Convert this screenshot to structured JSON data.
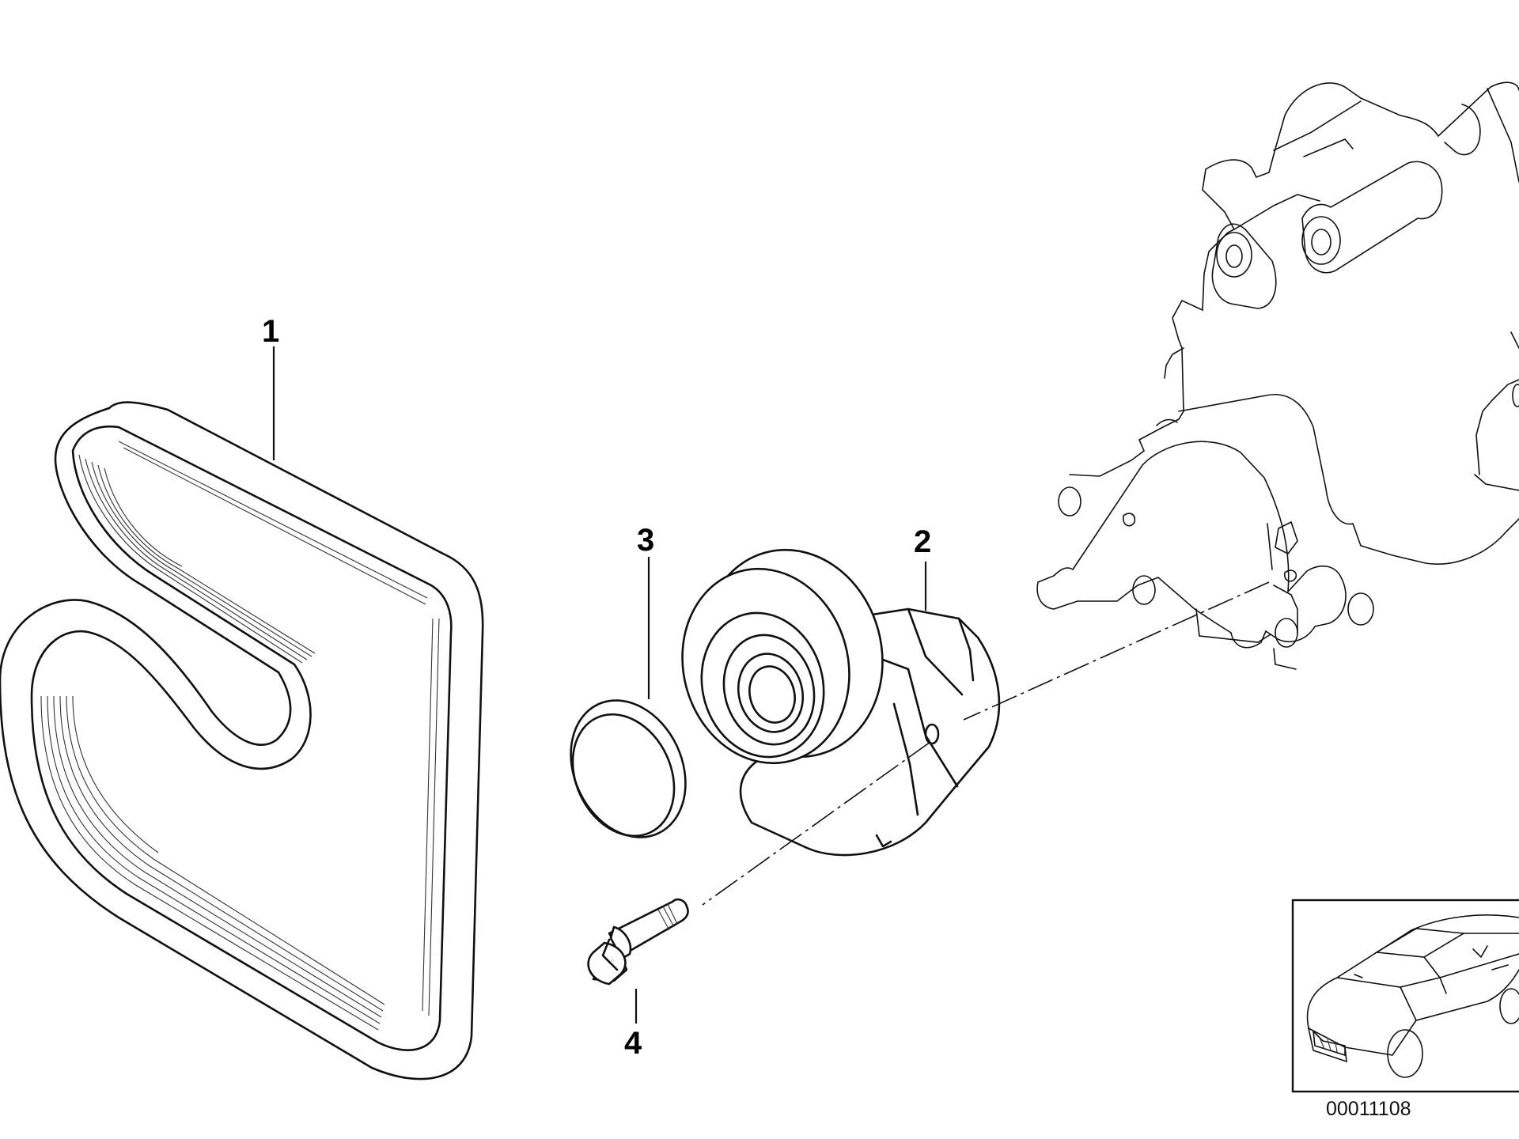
{
  "diagram": {
    "type": "exploded-parts-diagram",
    "callouts": [
      {
        "id": "1",
        "label": "1",
        "part": "ribbed-drive-belt"
      },
      {
        "id": "2",
        "label": "2",
        "part": "belt-tensioner-assembly"
      },
      {
        "id": "3",
        "label": "3",
        "part": "pulley-cover-cap"
      },
      {
        "id": "4",
        "label": "4",
        "part": "hex-flange-bolt"
      }
    ],
    "reference_number": "00011108",
    "inset": {
      "icon": "car-sedan-locator-icon"
    },
    "colors": {
      "line": "#111111",
      "background": "#ffffff"
    }
  }
}
